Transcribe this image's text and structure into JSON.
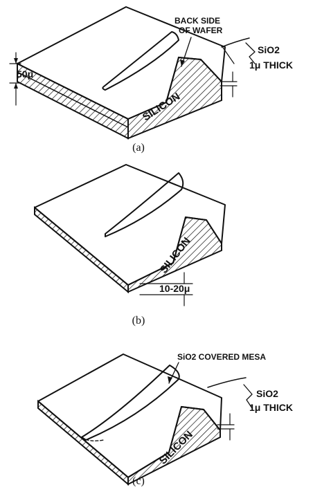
{
  "panels": [
    {
      "caption": "(a)",
      "labels": {
        "back_side": "BACK SIDE",
        "of_wafer": "OF WAFER",
        "thickness": "50μ",
        "oxide": "SiO2",
        "oxide_thickness": "1μ THICK",
        "material": "SILICON"
      }
    },
    {
      "caption": "(b)",
      "labels": {
        "material": "SILICON",
        "thickness": "10-20μ"
      }
    },
    {
      "caption": "(c)",
      "labels": {
        "mesa": "SiO2 COVERED MESA",
        "oxide": "SiO2",
        "oxide_thickness": "1μ THICK",
        "material": "SILICON"
      }
    }
  ],
  "colors": {
    "ink": "#111111",
    "background": "#ffffff"
  }
}
